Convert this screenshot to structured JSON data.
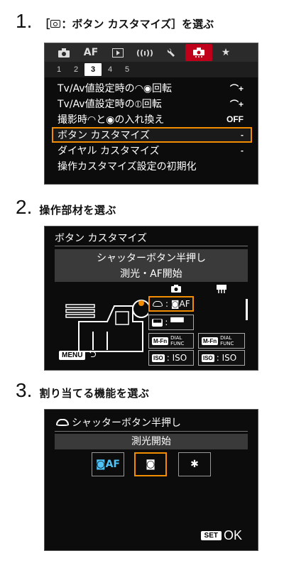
{
  "step1": {
    "number": "1.",
    "title_prefix": "［",
    "title_suffix": "：ボタン カスタマイズ］を選ぶ"
  },
  "step2": {
    "number": "2.",
    "title": "操作部材を選ぶ"
  },
  "step3": {
    "number": "3.",
    "title": "割り当てる機能を選ぶ"
  },
  "screen1": {
    "tabs": [
      "camera-icon",
      "AF",
      "playback-icon",
      "wireless-icon",
      "wrench-icon",
      "custom-icon",
      "star-icon"
    ],
    "tab_labels": {
      "af": "AF"
    },
    "subtabs": [
      "1",
      "2",
      "3",
      "4",
      "5"
    ],
    "active_subtab": "3",
    "rows": [
      {
        "label": "Tv/Av値設定時の◠◉回転",
        "value": "⌒+"
      },
      {
        "label": "Tv/Av値設定時の⦶回転",
        "value": "⌒+"
      },
      {
        "label": "撮影時◠と◉の入れ換え",
        "value": "OFF"
      },
      {
        "label": "ボタン カスタマイズ",
        "value": "-"
      },
      {
        "label": "ダイヤル カスタマイズ",
        "value": "-"
      },
      {
        "label": "操作カスタマイズ設定の初期化",
        "value": ""
      }
    ]
  },
  "screen2": {
    "title": "ボタン カスタマイズ",
    "banner_line1": "シャッターボタン半押し",
    "banner_line2": "測光・AF開始",
    "col_still": "camera-icon",
    "col_movie": "movie-icon",
    "buttons": {
      "shutter_still": ": ◙AF",
      "shutter_movie": "",
      "mfn_still_badge": "M-Fn",
      "mfn_still_text": "DIAL FUNC",
      "mfn_movie_badge": "M-Fn",
      "mfn_movie_text": "DIAL FUNC",
      "iso_still_badge": "ISO",
      "iso_still_text": ": ISO",
      "iso_movie_badge": "ISO",
      "iso_movie_text": ": ISO"
    },
    "menu_label": "MENU"
  },
  "screen3": {
    "title": "シャッターボタン半押し",
    "banner": "測光開始",
    "options": [
      "◙AF",
      "◙",
      "✱"
    ],
    "set_label": "SET",
    "ok_label": "OK"
  }
}
